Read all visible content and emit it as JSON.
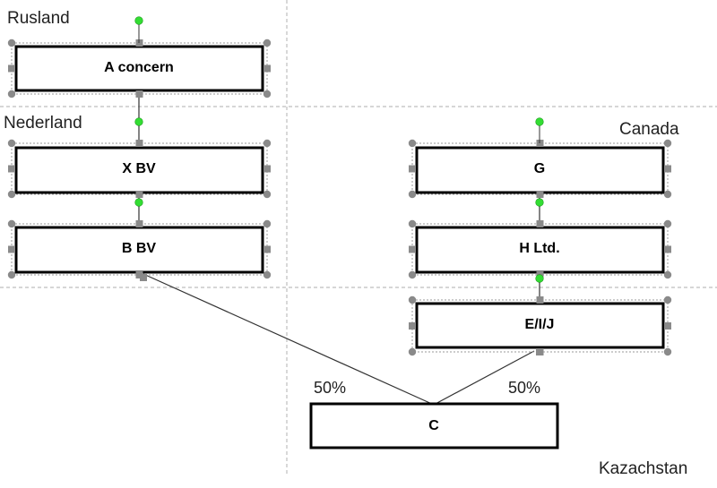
{
  "regions": {
    "rusland": "Rusland",
    "nederland": "Nederland",
    "canada": "Canada",
    "kazachstan": "Kazachstan"
  },
  "boxes": {
    "a_concern": "A concern",
    "x_bv": "X BV",
    "b_bv": "B BV",
    "g": "G",
    "h_ltd": "H Ltd.",
    "eij": "E/I/J",
    "c": "C"
  },
  "ownership": {
    "left_pct": "50%",
    "right_pct": "50%"
  },
  "colors": {
    "handle_rotation": "#33dd33",
    "handle_resize": "#8a8a8a",
    "divider": "#bdbdbd"
  }
}
